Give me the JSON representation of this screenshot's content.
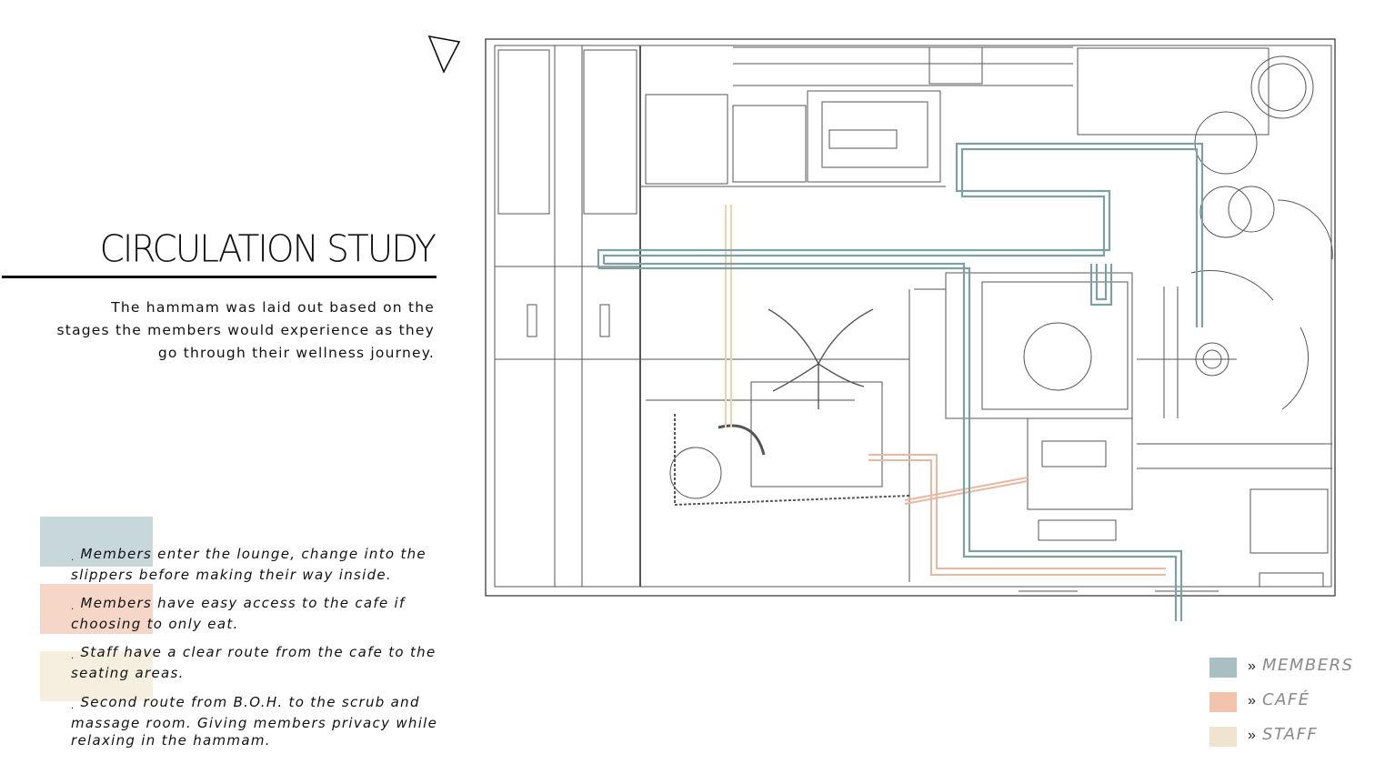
{
  "title": "CIRCULATION STUDY",
  "intro_lines": [
    "The hammam was laid out based on the",
    "stages the members would experience as they",
    "go through their wellness journey."
  ],
  "notes": [
    "Members enter the lounge, change into the slippers before making their way inside.",
    "Members have easy access to the cafe if choosing to only eat.",
    "Staff have a clear route from the cafe to the seating areas.",
    "Second route from B.O.H. to the scrub and massage room. Giving members privacy while relaxing in the hammam."
  ],
  "note_lines": [
    [
      "Members enter the lounge, change into the",
      "slippers before making their way inside."
    ],
    [
      "Members have easy access to the cafe if",
      "choosing to only eat."
    ],
    [
      "Staff have a clear route from the cafe to the",
      "seating areas."
    ],
    [
      "Second route from B.O.H. to the scrub and",
      "massage room. Giving members privacy while",
      "relaxing in the hammam."
    ]
  ],
  "legend": [
    {
      "arrow": "»",
      "label": "MEMBERS",
      "color": "#a9bfc2"
    },
    {
      "arrow": "»",
      "label": "CAFÉ",
      "color": "#f2c4ac"
    },
    {
      "arrow": "»",
      "label": "STAFF",
      "color": "#f1e4cf"
    }
  ],
  "colors": {
    "members_swatch": "#c8d8da",
    "cafe_swatch": "#f5d6c7",
    "staff_swatch": "#f6eedf",
    "members_route": "#7e9fa3",
    "cafe_route": "#ebb79e",
    "staff_route": "#ecd3a9",
    "plan_line": "#555555"
  },
  "icons": {
    "compass": "north-arrow-icon",
    "note_bullet": "bullet-dot-icon"
  }
}
